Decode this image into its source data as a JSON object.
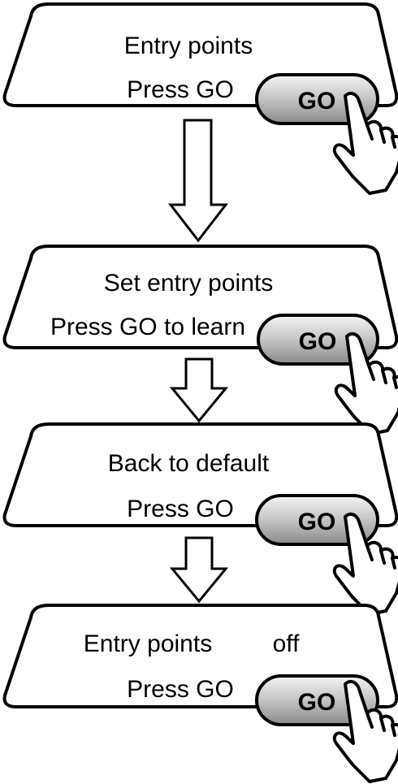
{
  "screens": [
    {
      "line1": "Entry points",
      "line2": "Press GO",
      "button_label": "GO"
    },
    {
      "line1": "Set entry points",
      "line2": "Press GO to learn",
      "button_label": "GO"
    },
    {
      "line1": "Back to default",
      "line2": "Press GO",
      "button_label": "GO"
    },
    {
      "line1": "Entry points",
      "line1_status": "off",
      "line2": "Press GO",
      "button_label": "GO"
    }
  ],
  "colors": {
    "outline": "#000000",
    "button_gradient_light": "#f2f2f2",
    "button_gradient_dark": "#8c8c8c",
    "background": "#ffffff"
  },
  "icons": [
    "pointing-hand-icon",
    "down-arrow-icon"
  ]
}
